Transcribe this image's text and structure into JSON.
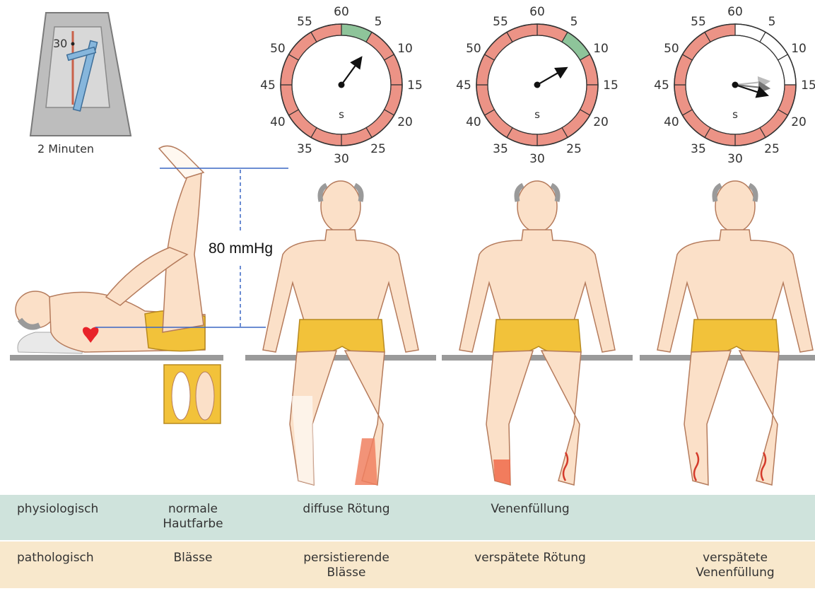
{
  "metronome": {
    "tick_label": "30",
    "caption": "2 Minuten"
  },
  "pressure_label": "80 mmHg",
  "clocks": [
    {
      "unit": "s",
      "labels": [
        "60",
        "5",
        "10",
        "15",
        "20",
        "25",
        "30",
        "35",
        "40",
        "45",
        "50",
        "55"
      ],
      "shaded_segment": [
        0,
        5
      ],
      "hand_seconds": [
        6
      ]
    },
    {
      "unit": "s",
      "labels": [
        "60",
        "5",
        "10",
        "15",
        "20",
        "25",
        "30",
        "35",
        "40",
        "45",
        "50",
        "55"
      ],
      "shaded_segment": [
        5,
        10
      ],
      "hand_seconds": [
        10
      ]
    },
    {
      "unit": "s",
      "labels": [
        "60",
        "5",
        "10",
        "15",
        "20",
        "25",
        "30",
        "35",
        "40",
        "45",
        "50",
        "55"
      ],
      "shaded_segment": [
        0,
        15
      ],
      "hand_seconds": [
        14,
        16,
        18
      ]
    }
  ],
  "colors": {
    "ring_red": "#ec9386",
    "ring_green": "#8ec49a",
    "phys_row": "#cfe3dc",
    "path_row": "#f8e8cc",
    "skin": "#fbe0c8",
    "shorts": "#f2c23a",
    "heart": "#e8232a",
    "measure_line": "#3a66c4"
  },
  "table": {
    "physiologisch": {
      "label": "physiologisch",
      "col1": [
        "normale",
        "Hautfarbe"
      ],
      "col2": "diffuse Rötung",
      "col3": "Venenfüllung",
      "col4": ""
    },
    "pathologisch": {
      "label": "pathologisch",
      "col1": "Blässe",
      "col2": [
        "persistierende",
        "Blässe"
      ],
      "col3": "verspätete Rötung",
      "col4": [
        "verspätete",
        "Venenfüllung"
      ]
    }
  }
}
